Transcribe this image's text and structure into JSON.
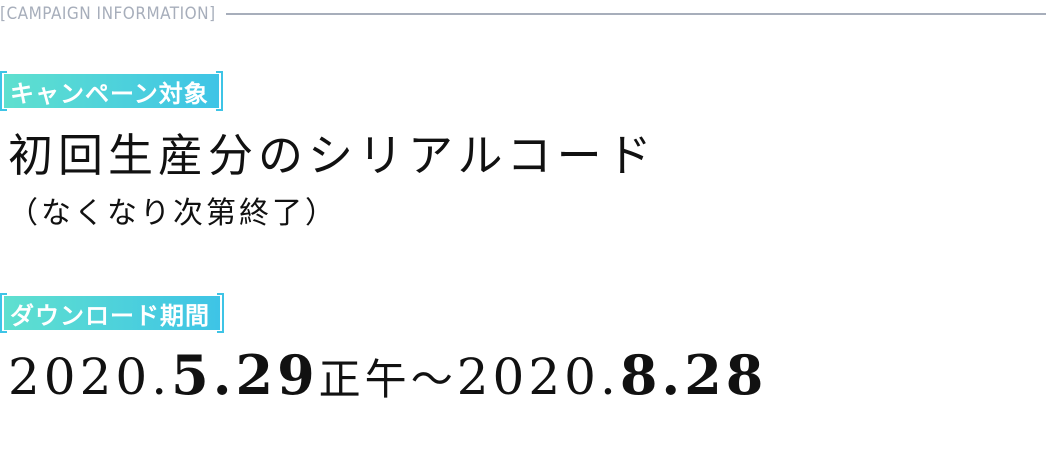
{
  "header": {
    "label": "[CAMPAIGN INFORMATION]"
  },
  "campaign_target": {
    "tag": "キャンペーン対象",
    "title": "初回生産分のシリアルコード",
    "subtitle": "（なくなり次第終了）"
  },
  "download_period": {
    "tag": "ダウンロード期間",
    "start_year_prefix": "2020.",
    "start_month_day": "5.29",
    "start_time": "正午",
    "separator": "〜",
    "end_year_prefix": "2020.",
    "end_month_day": "8.28"
  },
  "colors": {
    "accent_start": "#5fe0cf",
    "accent_end": "#3ec4e6",
    "header_gray": "#a7aebb",
    "text": "#111111"
  }
}
